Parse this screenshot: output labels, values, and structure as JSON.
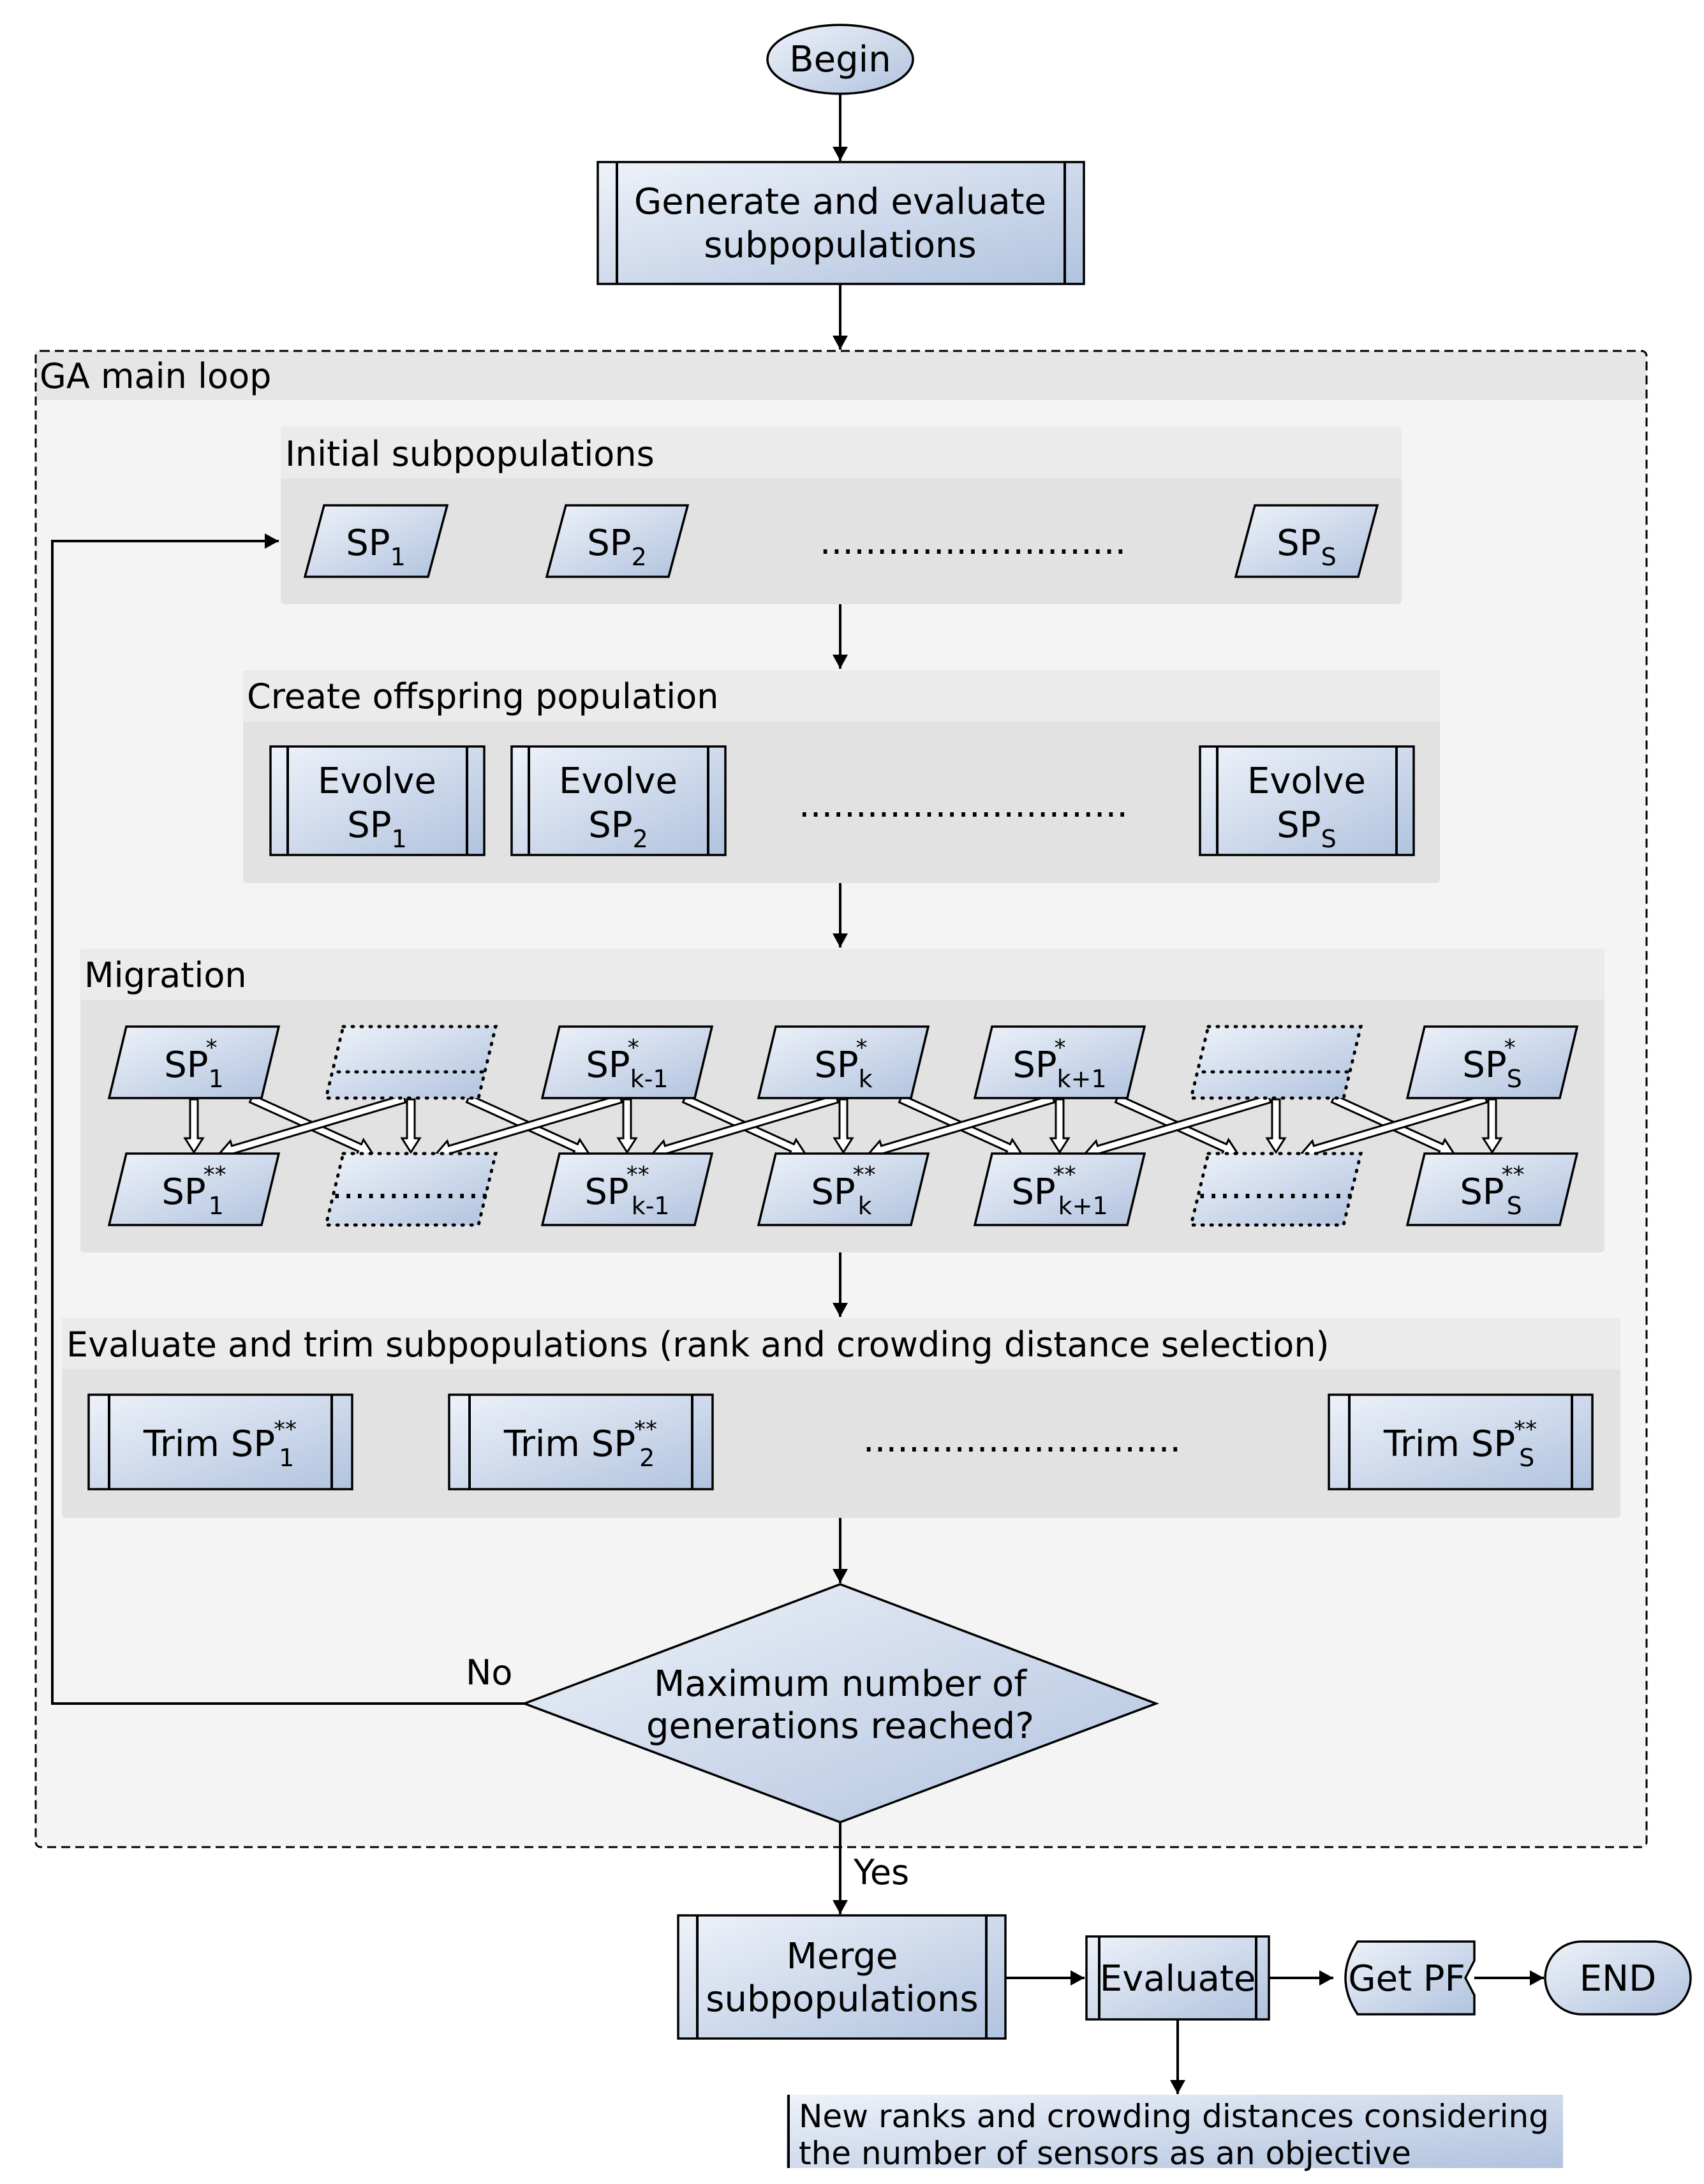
{
  "begin": "Begin",
  "generate": [
    "Generate and evaluate",
    "subpopulations"
  ],
  "loop_title": "GA main loop",
  "initial": {
    "title": "Initial subpopulations",
    "sp": "SP",
    "subs": [
      "1",
      "2",
      "S"
    ],
    "ellipsis": "..........................."
  },
  "offspring": {
    "title": "Create offspring population",
    "evolve": "Evolve",
    "sp": "SP",
    "subs": [
      "1",
      "2",
      "S"
    ],
    "ellipsis": "............................."
  },
  "migration": {
    "title": "Migration",
    "sp": "SP",
    "star": "*",
    "dstar": "**",
    "subs": [
      "1",
      "k-1",
      "k",
      "k+1",
      "S"
    ],
    "ellipsis": ".............."
  },
  "trim": {
    "title": "Evaluate and trim subpopulations (rank and crowding distance selection)",
    "label": "Trim SP",
    "dstar": "**",
    "subs": [
      "1",
      "2",
      "S"
    ],
    "ellipsis": "............................"
  },
  "decision": [
    "Maximum number of",
    "generations reached?"
  ],
  "no": "No",
  "yes": "Yes",
  "merge": [
    "Merge",
    "subpopulations"
  ],
  "evaluate": "Evaluate",
  "getpf": "Get PF",
  "end": "END",
  "note": [
    "New ranks and crowding distances considering",
    "the number of sensors as an objective"
  ],
  "colors": {
    "fill_light": "#eef2f9",
    "fill_dark": "#b1c3df",
    "panel": "#f4f4f4",
    "inner": "#e2e2e2",
    "header": "#ebebeb"
  }
}
